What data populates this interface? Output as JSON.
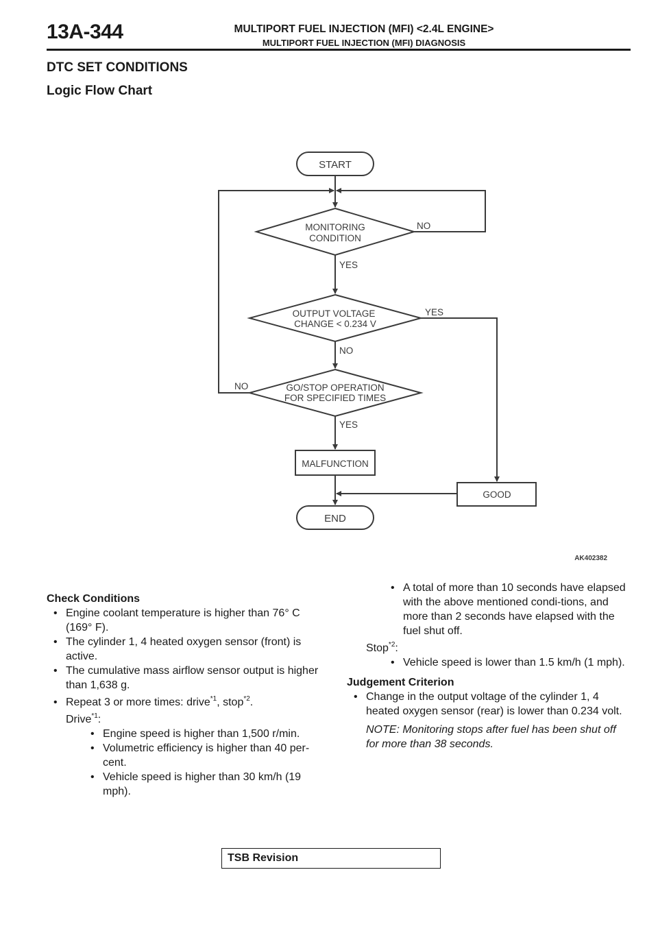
{
  "header": {
    "page_number": "13A-344",
    "title": "MULTIPORT FUEL INJECTION (MFI) <2.4L ENGINE>",
    "subtitle": "MULTIPORT FUEL INJECTION (MFI) DIAGNOSIS"
  },
  "section": {
    "title": "DTC SET CONDITIONS",
    "subtitle": "Logic Flow Chart"
  },
  "flowchart": {
    "start": "START",
    "monitoring_line1": "MONITORING",
    "monitoring_line2": "CONDITION",
    "voltage_line1": "OUTPUT VOLTAGE",
    "voltage_line2": "CHANGE <  0.234 V",
    "gostop_line1": "GO/STOP OPERATION",
    "gostop_line2": "FOR SPECIFIED TIMES",
    "malfunction": "MALFUNCTION",
    "good": "GOOD",
    "end": "END",
    "yes": "YES",
    "no": "NO",
    "figure_id": "AK402382"
  },
  "check_conditions": {
    "title": "Check Conditions",
    "items": [
      "Engine coolant temperature is higher than 76° C (169° F).",
      "The cylinder 1, 4 heated oxygen sensor (front) is active.",
      "The cumulative mass airflow sensor output is higher than 1,638 g."
    ],
    "repeat_prefix": "Repeat 3 or more times: drive",
    "repeat_sup1": "*1",
    "repeat_mid": ", stop",
    "repeat_sup2": "*2",
    "repeat_end": ".",
    "drive_label": "Drive",
    "drive_sup": "*1",
    "drive_colon": ":",
    "drive_items": [
      "Engine speed is higher than 1,500 r/min.",
      "Volumetric efficiency is higher than 40 per-cent.",
      "Vehicle speed is higher than 30 km/h (19 mph).",
      "A total of more than 10 seconds have elapsed with the above mentioned condi-tions, and more than 2 seconds have elapsed with the fuel shut off."
    ],
    "stop_label": "Stop",
    "stop_sup": "*2",
    "stop_colon": ":",
    "stop_items": [
      "Vehicle speed is lower than 1.5 km/h (1 mph)."
    ]
  },
  "judgement": {
    "title": "Judgement Criterion",
    "items": [
      "Change in the output voltage of the cylinder 1, 4 heated oxygen sensor (rear) is lower than 0.234 volt."
    ],
    "note": "NOTE: Monitoring stops after fuel has been shut off for more than 38 seconds."
  },
  "footer": {
    "tsb": "TSB Revision"
  }
}
